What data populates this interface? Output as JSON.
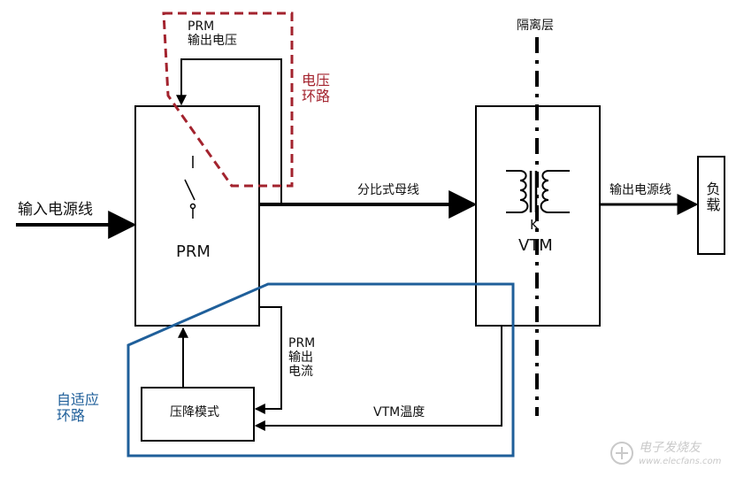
{
  "labels": {
    "prm_output_voltage": "PRM\n输出电压",
    "voltage_loop": "电压\n环路",
    "isolation_layer": "隔离层",
    "input_power_line": "输入电源线",
    "prm_block": "PRM",
    "ratio_bus": "分比式母线",
    "k": "K",
    "vtm_block": "VTM",
    "output_power_line": "输出电源线",
    "load": "负载",
    "prm_output_current": "PRM\n输出\n电流",
    "adaptive_loop": "自适应\n环路",
    "buck_mode": "压降模式",
    "vtm_temperature": "VTM温度",
    "watermark_name": "电子发烧友",
    "watermark_url": "www.elecfans.com"
  },
  "colors": {
    "voltage_loop": "#a3232e",
    "adaptive_loop": "#1f5f9a",
    "line": "#000000"
  }
}
